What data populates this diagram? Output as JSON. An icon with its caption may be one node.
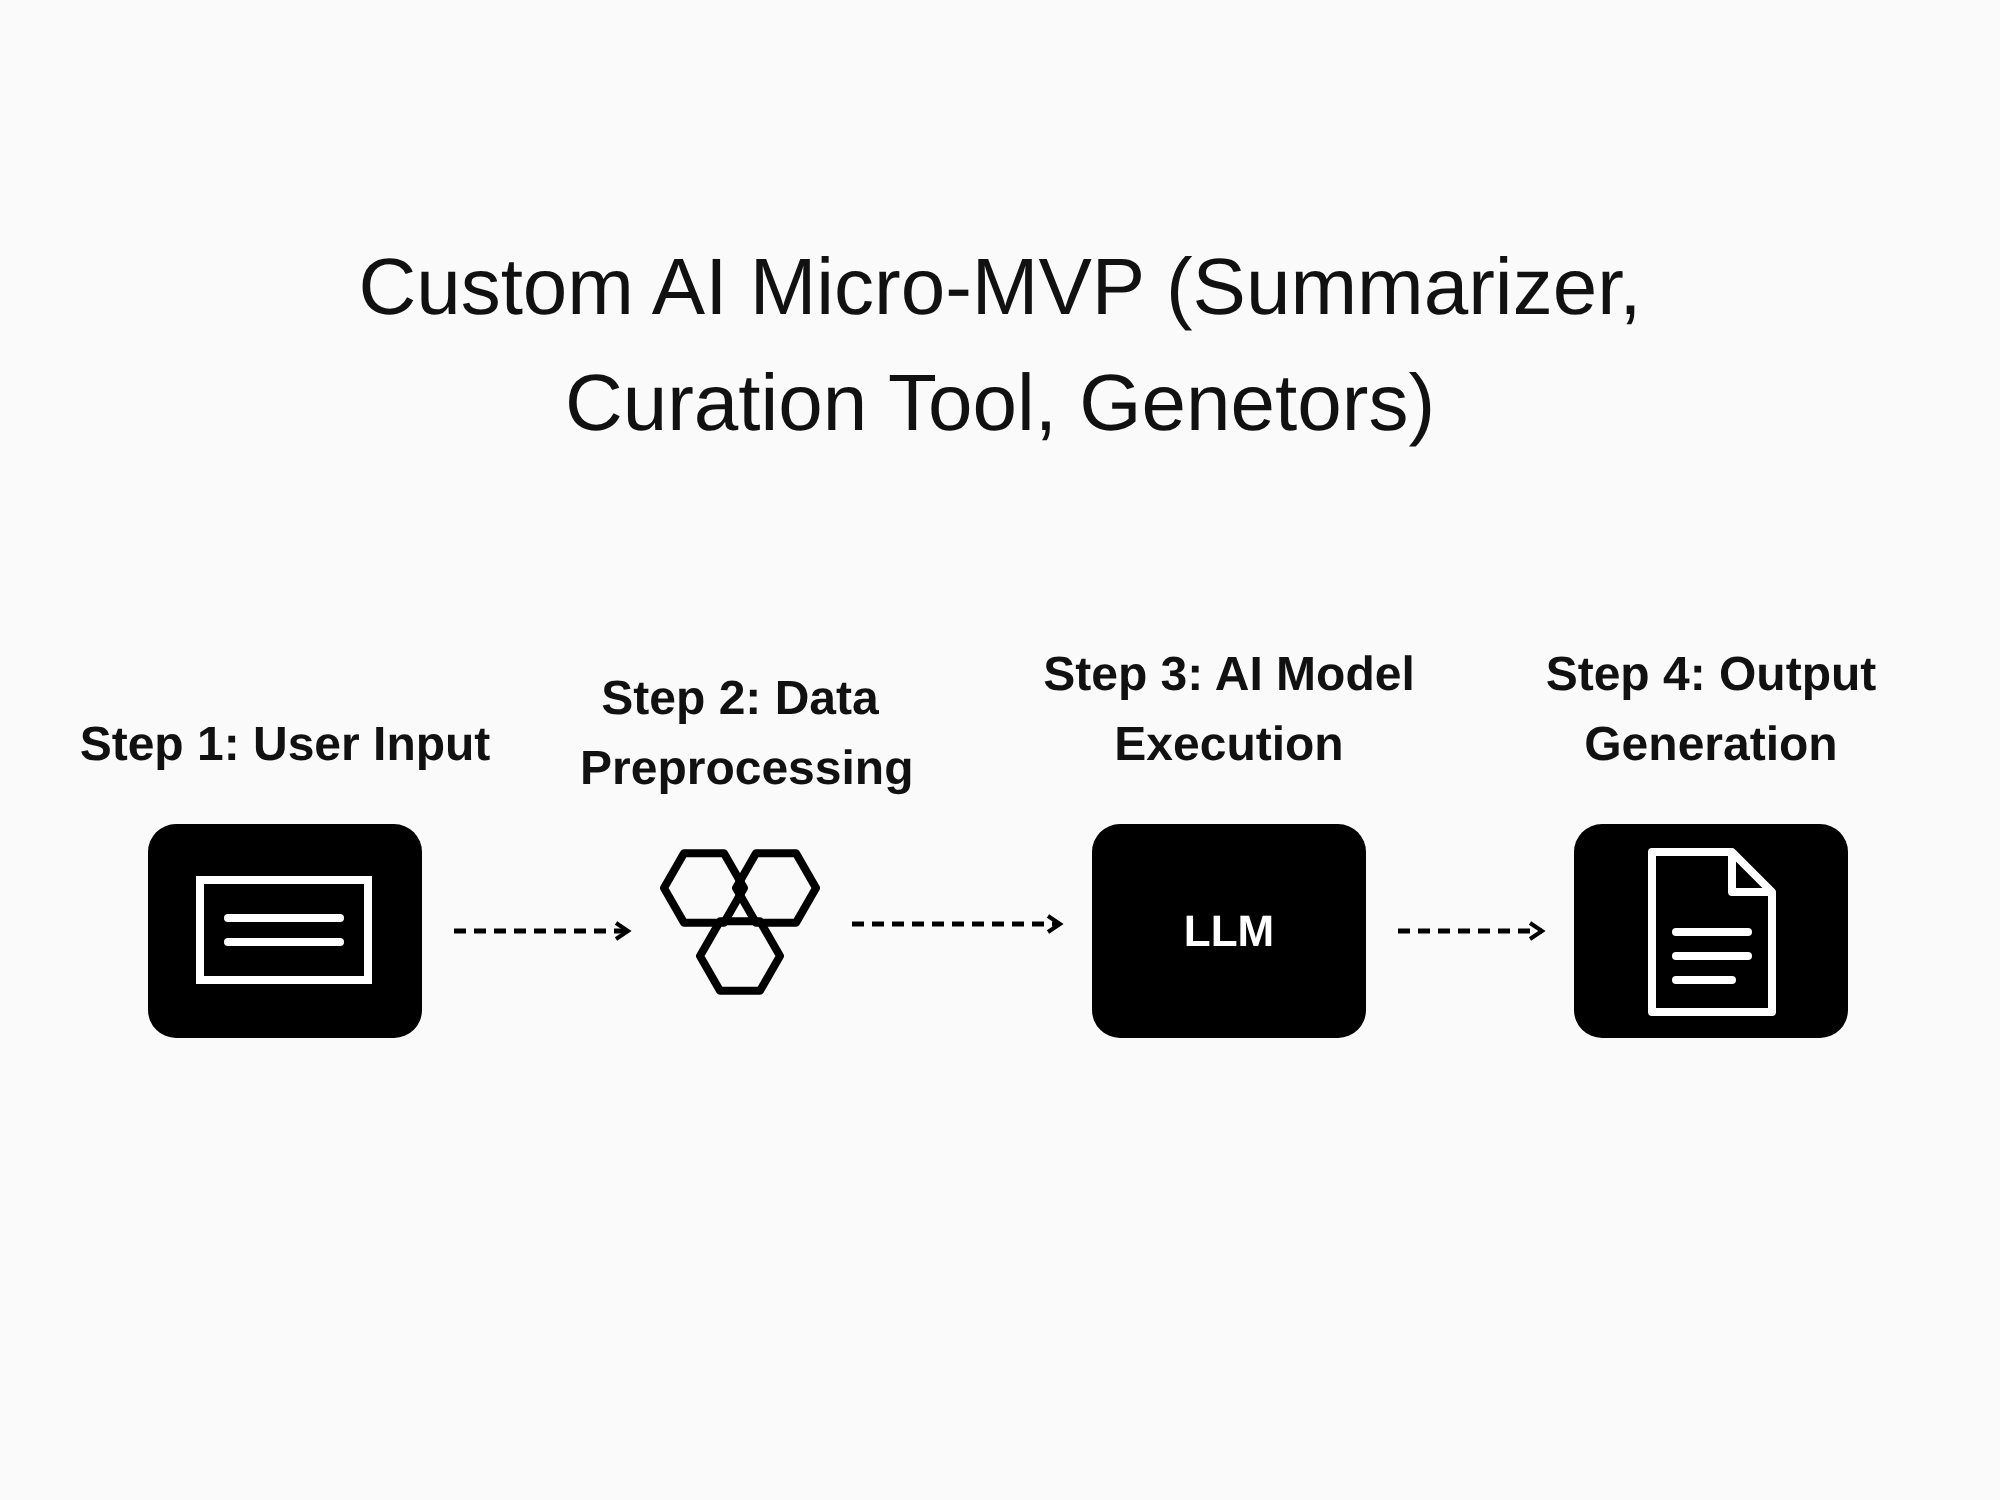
{
  "diagram": {
    "title": "Custom AI Micro-MVP (Summarizer, Curation Tool, Genetors)",
    "nodes": [
      {
        "text": [
          "Step 1: User Input"
        ]
      },
      {
        "text": [
          "Step 2: Data Preprocessing"
        ]
      },
      {
        "text": [
          "Step 3: AI Model Execution",
          "LLM"
        ]
      },
      {
        "text": [
          "Step 4: Output Generation"
        ]
      }
    ],
    "edges": [
      {
        "from": 0,
        "to": 1,
        "arrow": "to",
        "style": "dashed"
      },
      {
        "from": 1,
        "to": 2,
        "arrow": "to",
        "style": "dashed"
      },
      {
        "from": 2,
        "to": 3,
        "arrow": "to",
        "style": "dashed"
      }
    ]
  }
}
